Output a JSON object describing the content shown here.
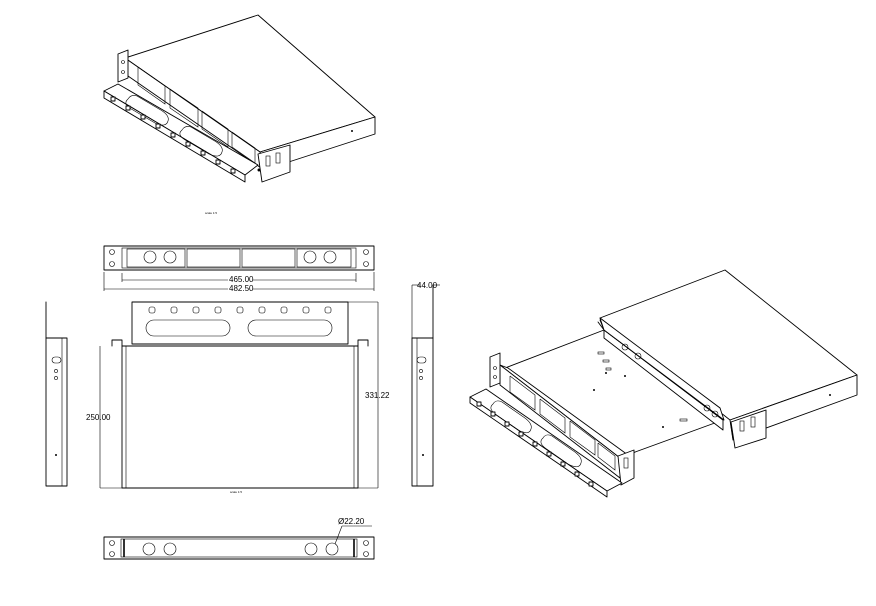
{
  "dimensions": {
    "inner_width": "465.00",
    "outer_width": "482.50",
    "height": "44.00",
    "depth": "250.00",
    "total_depth": "331.22",
    "hole_diameter": "Ø22.20"
  },
  "icons": [
    "chassis-isometric-icon",
    "chassis-open-isometric-icon"
  ]
}
